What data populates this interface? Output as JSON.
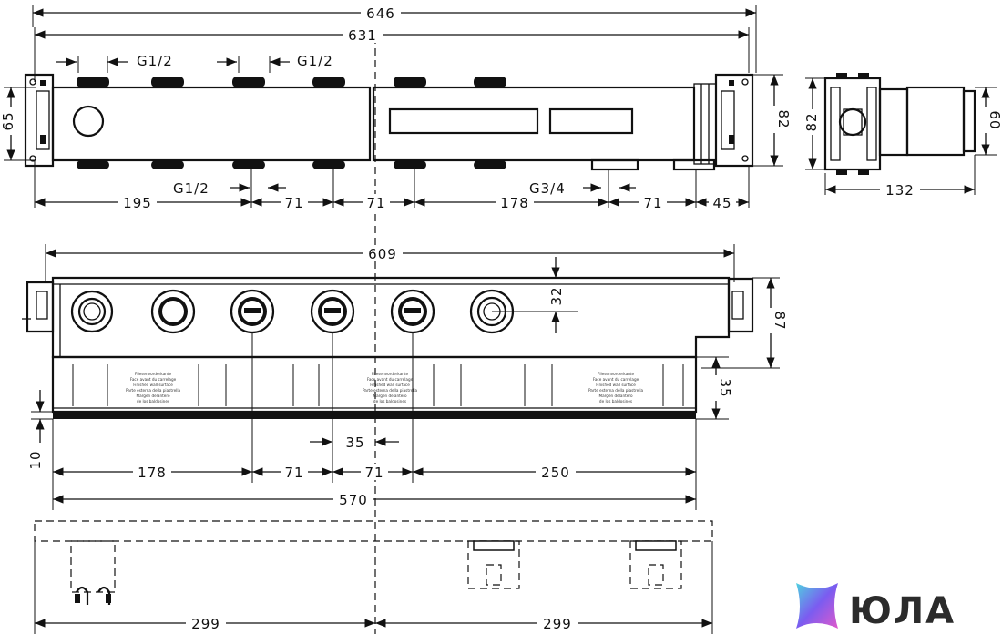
{
  "top_view": {
    "dimensions": {
      "overall_width": "646",
      "body_width": "631",
      "left_height": "65",
      "right_height": "82",
      "thread_top_left": "G1/2",
      "thread_top_right": "G1/2",
      "thread_bottom_left": "G1/2",
      "thread_bottom_right": "G3/4",
      "seg_1": "195",
      "seg_2": "71",
      "seg_3": "71",
      "seg_4": "178",
      "seg_5": "71",
      "seg_6": "45"
    }
  },
  "side_view": {
    "dimensions": {
      "height_left": "82",
      "height_right": "60",
      "depth": "132"
    }
  },
  "front_view": {
    "dimensions": {
      "overall_width": "609",
      "outlet_offset": "32",
      "total_height": "87",
      "tile_depth": "35",
      "spacing_center": "35",
      "base_offset": "10",
      "seg_1": "178",
      "seg_2": "71",
      "seg_3": "71",
      "seg_4": "250",
      "body_width": "570"
    },
    "label_text": {
      "line_1": "Fliesenvorderkante",
      "line_2": "Face avant du carrelage",
      "line_3": "Finished wall surface",
      "line_4": "Parte esterna della piastrella",
      "line_5": "Margen delantero",
      "line_6": "de los baldosines"
    }
  },
  "bottom_view": {
    "dimensions": {
      "half_left": "299",
      "half_right": "299"
    }
  },
  "brand": {
    "name": "ЮЛА",
    "colors": [
      "#4fd1e0",
      "#7b5cf0",
      "#e05acb"
    ]
  }
}
